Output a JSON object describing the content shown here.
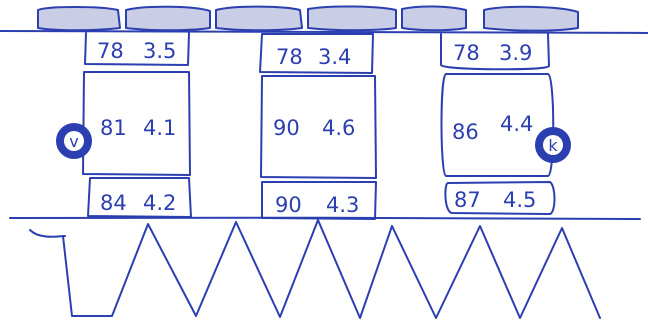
{
  "ink_color": "#2b3fb0",
  "beam_fill": "#c9cde6",
  "stacks": [
    {
      "blocks": [
        {
          "a": "78",
          "b": "3.5"
        },
        {
          "a": "81",
          "b": "4.1"
        },
        {
          "a": "84",
          "b": "4.2"
        }
      ]
    },
    {
      "blocks": [
        {
          "a": "78",
          "b": "3.4"
        },
        {
          "a": "90",
          "b": "4.6"
        },
        {
          "a": "90",
          "b": "4.3"
        }
      ]
    },
    {
      "blocks": [
        {
          "a": "78",
          "b": "3.9"
        },
        {
          "a": "86",
          "b": "4.4"
        },
        {
          "a": "87",
          "b": "4.5"
        }
      ]
    }
  ],
  "markers": [
    {
      "letter": "v"
    },
    {
      "letter": "k"
    }
  ]
}
